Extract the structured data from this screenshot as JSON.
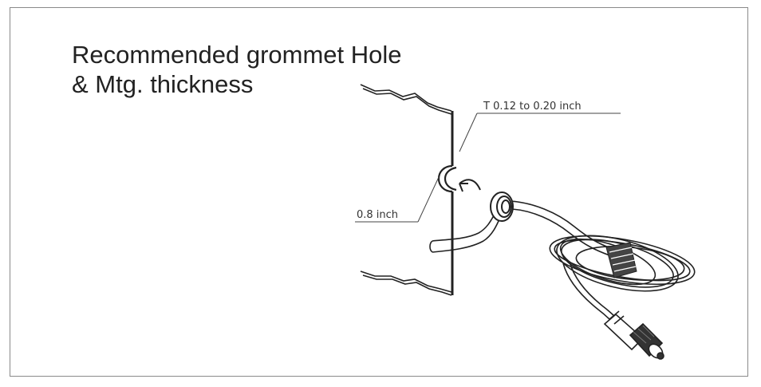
{
  "title": {
    "line1": "Recommended grommet Hole",
    "line2": "& Mtg. thickness"
  },
  "annotations": {
    "thickness": "T 0.12 to 0.20 inch",
    "hole_diameter": "0.8 inch"
  },
  "colors": {
    "ink": "#222222",
    "frame": "#8a8a8a"
  },
  "icons": {
    "connector": "cigarette-lighter-plug-icon",
    "grommet": "rubber-grommet-icon"
  }
}
